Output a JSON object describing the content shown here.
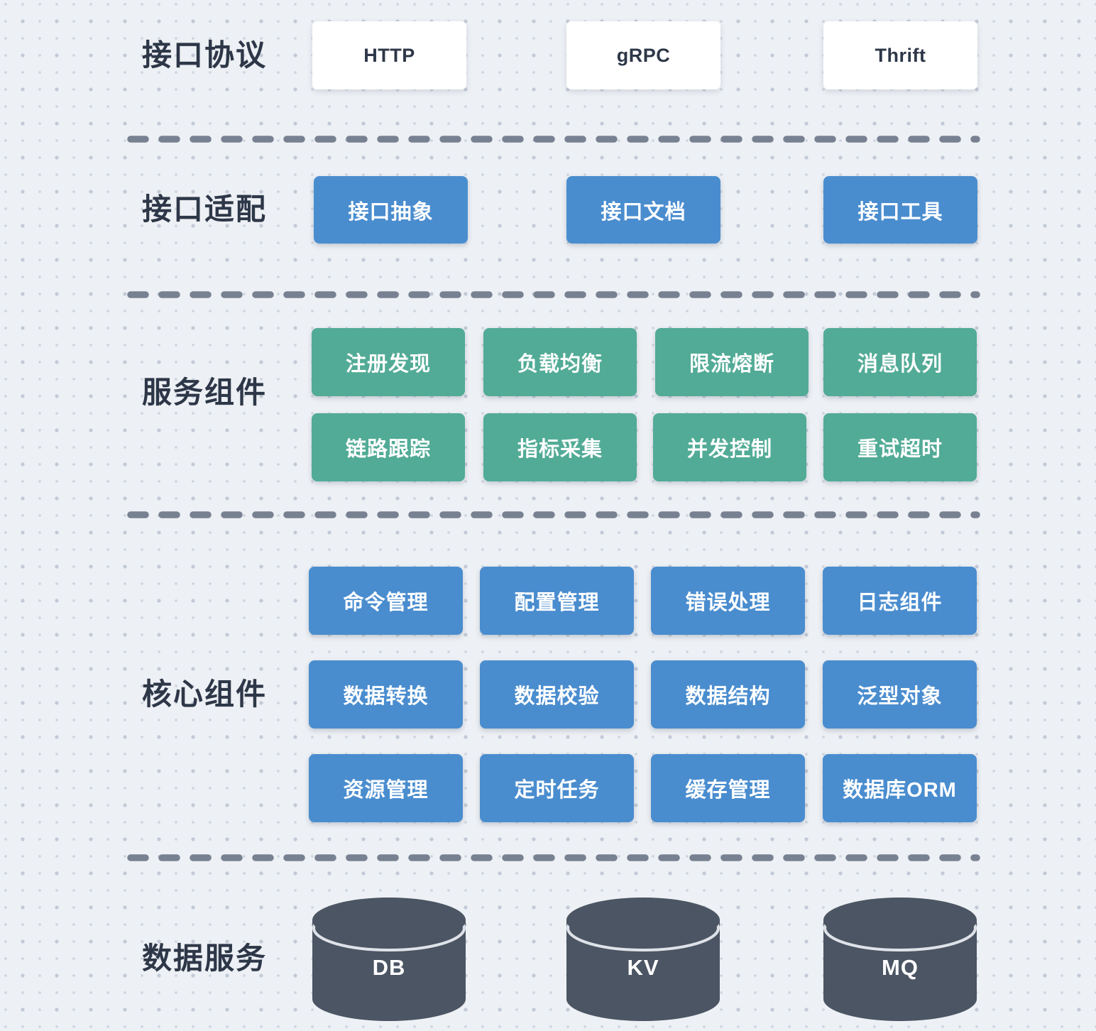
{
  "colors": {
    "background": "#edf0f4",
    "dot_grid": "#c2cad7",
    "box_blue": "#4a8dcf",
    "box_green": "#52ab96",
    "box_white": "#ffffff",
    "cylinder_dark": "#4b5563",
    "label_text": "#2d3748",
    "box_text_light": "#ffffff",
    "dash_gray": "#788191"
  },
  "sections": {
    "protocols": {
      "label": "接口协议",
      "boxes": [
        "HTTP",
        "gRPC",
        "Thrift"
      ]
    },
    "adapters": {
      "label": "接口适配",
      "boxes": [
        "接口抽象",
        "接口文档",
        "接口工具"
      ]
    },
    "services": {
      "label": "服务组件",
      "rows": [
        [
          "注册发现",
          "负载均衡",
          "限流熔断",
          "消息队列"
        ],
        [
          "链路跟踪",
          "指标采集",
          "并发控制",
          "重试超时"
        ]
      ]
    },
    "core": {
      "label": "核心组件",
      "rows": [
        [
          "命令管理",
          "配置管理",
          "错误处理",
          "日志组件"
        ],
        [
          "数据转换",
          "数据校验",
          "数据结构",
          "泛型对象"
        ],
        [
          "资源管理",
          "定时任务",
          "缓存管理",
          "数据库ORM"
        ]
      ]
    },
    "data": {
      "label": "数据服务",
      "cylinders": [
        "DB",
        "KV",
        "MQ"
      ]
    }
  }
}
